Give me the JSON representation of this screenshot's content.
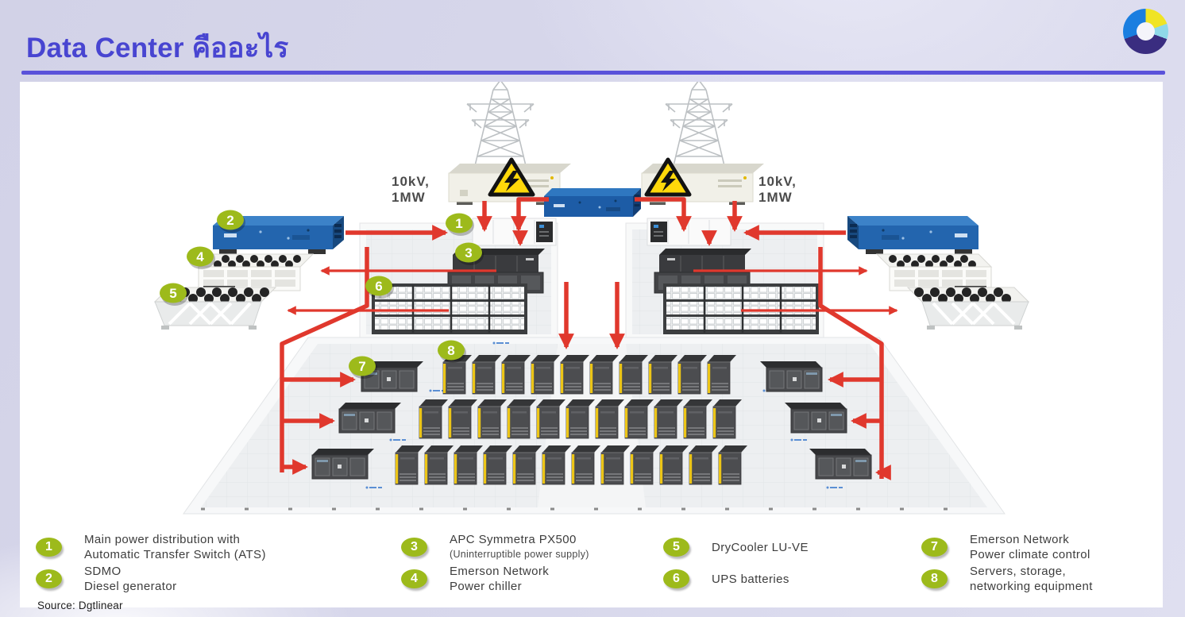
{
  "slide": {
    "title": "Data Center คืออะไร",
    "source": "Source: Dgtlinear"
  },
  "colors": {
    "accent": "#4845d1",
    "underline": "#5a52da",
    "badge_green": "#9dba1b",
    "power_line_red": "#e0382d",
    "logo_blue": "#1a7ee0",
    "logo_yellow": "#f0e424",
    "logo_cyan": "#8fd8e8",
    "logo_purple": "#3a2d80"
  },
  "diagram": {
    "power_left": [
      "10kV,",
      "1MW"
    ],
    "power_right": [
      "10kV,",
      "1MW"
    ],
    "badges": [
      "1",
      "2",
      "3",
      "4",
      "5",
      "6",
      "7",
      "8"
    ]
  },
  "legend": {
    "items": [
      {
        "num": "1",
        "line1": "Main power distribution with",
        "line2": "Automatic Transfer Switch (ATS)"
      },
      {
        "num": "2",
        "line1": "SDMO",
        "line2": "Diesel generator"
      },
      {
        "num": "3",
        "line1": "APC Symmetra PX500",
        "line2": "(Uninterruptible power supply)"
      },
      {
        "num": "4",
        "line1": "Emerson Network",
        "line2": "Power chiller"
      },
      {
        "num": "5",
        "line1": "DryCooler LU-VE",
        "line2": ""
      },
      {
        "num": "6",
        "line1": "UPS batteries",
        "line2": ""
      },
      {
        "num": "7",
        "line1": "Emerson Network",
        "line2": "Power climate control"
      },
      {
        "num": "8",
        "line1": "Servers, storage,",
        "line2": "networking equipment"
      }
    ]
  }
}
